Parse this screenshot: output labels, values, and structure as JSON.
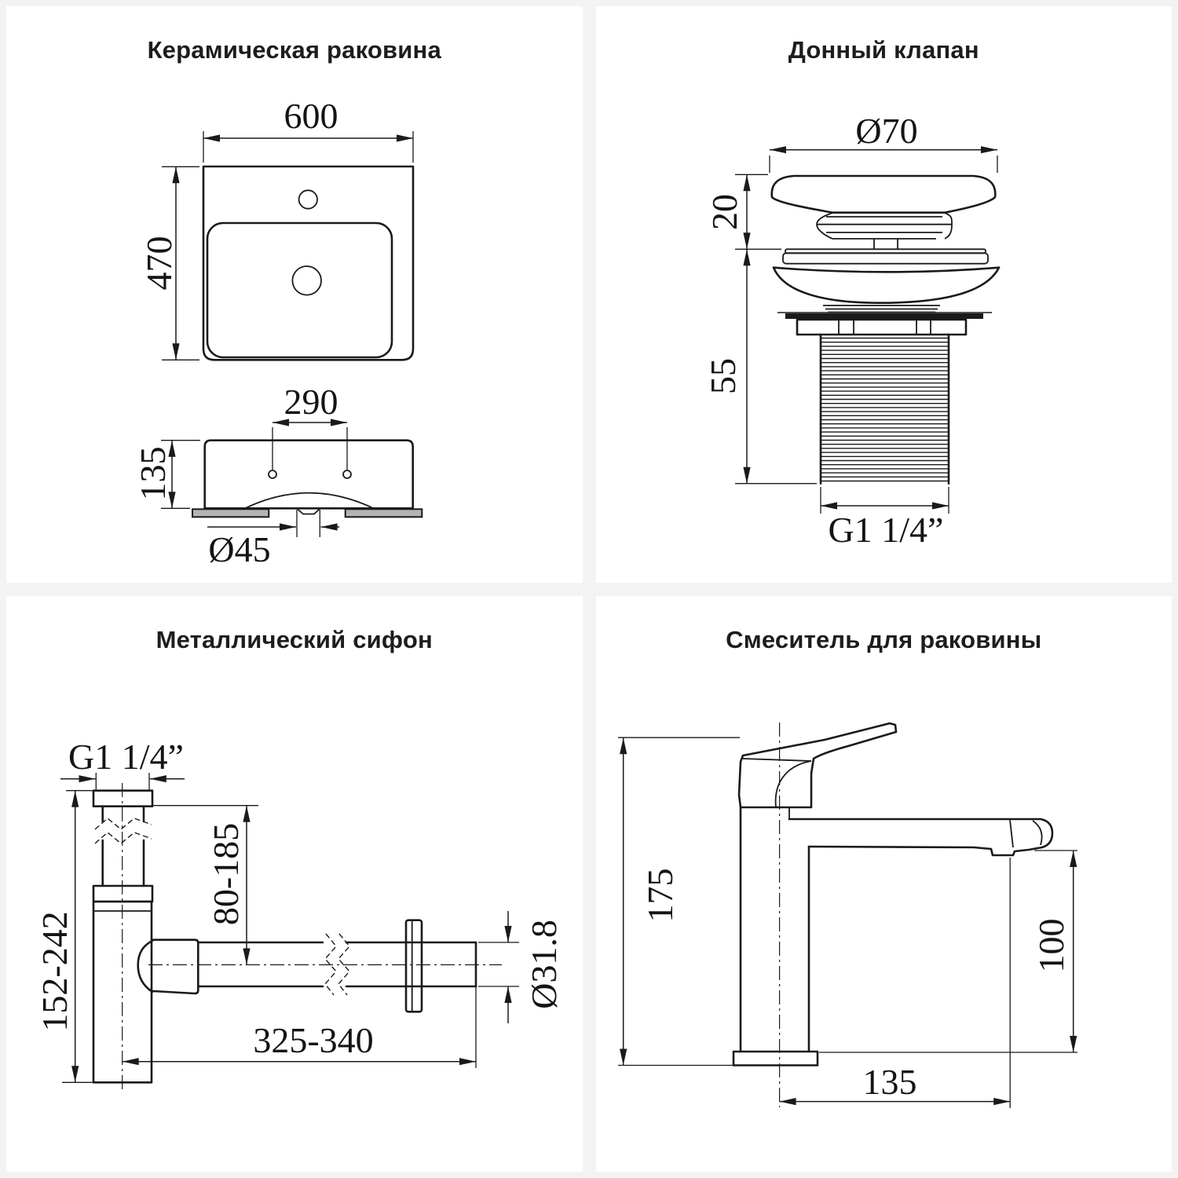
{
  "colors": {
    "background": "#f2f3f2",
    "panel": "#ffffff",
    "line": "#1a1a1a",
    "pad_fill": "#b4b4b4"
  },
  "panels": {
    "sink": {
      "title": "Керамическая раковина",
      "dims": {
        "width": "600",
        "depth": "470",
        "hole_spacing": "290",
        "height": "135",
        "drain": "Ø45"
      }
    },
    "valve": {
      "title": "Донный клапан",
      "dims": {
        "cap_diameter": "Ø70",
        "cap_height": "20",
        "thread_length": "55",
        "thread_size": "G1 1/4”"
      }
    },
    "siphon": {
      "title": "Металлический сифон",
      "dims": {
        "thread_size": "G1 1/4”",
        "height_range": "152-242",
        "inlet_range": "80-185",
        "pipe_diameter": "Ø31.8",
        "length_range": "325-340"
      }
    },
    "mixer": {
      "title": "Смеситель для раковины",
      "dims": {
        "total_height": "175",
        "spout_height": "100",
        "spout_reach": "135"
      }
    }
  }
}
